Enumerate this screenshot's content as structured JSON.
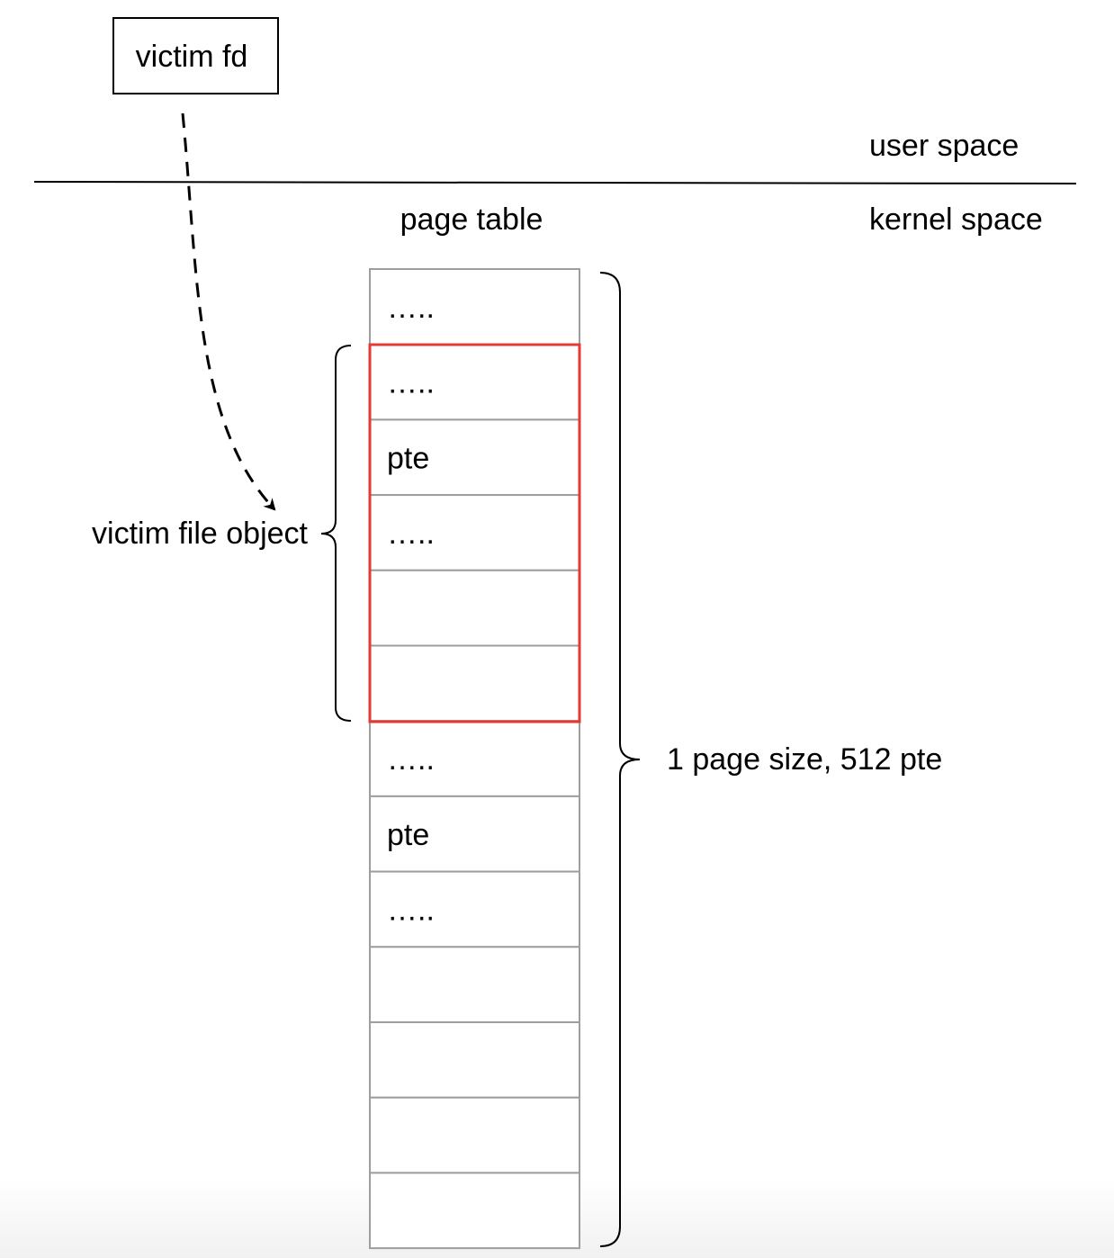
{
  "labels": {
    "victim_fd": "victim fd",
    "user_space": "user space",
    "kernel_space": "kernel space",
    "page_table": "page table",
    "victim_file_object": "victim file object",
    "page_size": "1 page size, 512 pte"
  },
  "page_table_cells": [
    "…..",
    "…..",
    "pte",
    "…..",
    "",
    "",
    "…..",
    "pte",
    "…..",
    "",
    "",
    "",
    ""
  ],
  "highlight": {
    "first_cell": 1,
    "last_cell": 5,
    "color": "#e53935"
  }
}
